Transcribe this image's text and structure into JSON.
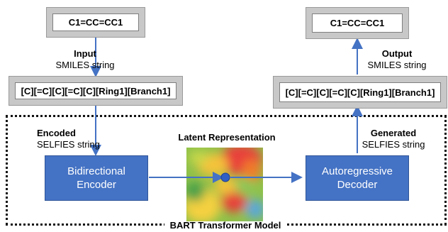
{
  "left_top_smiles": "C1=CC=CC1",
  "left_input_label": {
    "title": "Input",
    "sub": "SMILES string"
  },
  "left_selfies": "[C][=C][C][=C][C][Ring1][Branch1]",
  "encoded_label": {
    "title": "Encoded",
    "sub": "SELFIES string"
  },
  "encoder": {
    "line1": "Bidirectional",
    "line2": "Encoder"
  },
  "latent_label": "Latent Representation",
  "decoder": {
    "line1": "Autoregressive",
    "line2": "Decoder"
  },
  "generated_label": {
    "title": "Generated",
    "sub": "SELFIES string"
  },
  "right_selfies": "[C][=C][C][=C][C][Ring1][Branch1]",
  "output_label": {
    "title": "Output",
    "sub": "SMILES string"
  },
  "right_top_smiles": "C1=CC=CC1",
  "model_label": "BART Transformer Model",
  "colors": {
    "block_blue": "#4472c4",
    "arrow_blue": "#4472c4",
    "box_grey": "#c8c8c8"
  }
}
